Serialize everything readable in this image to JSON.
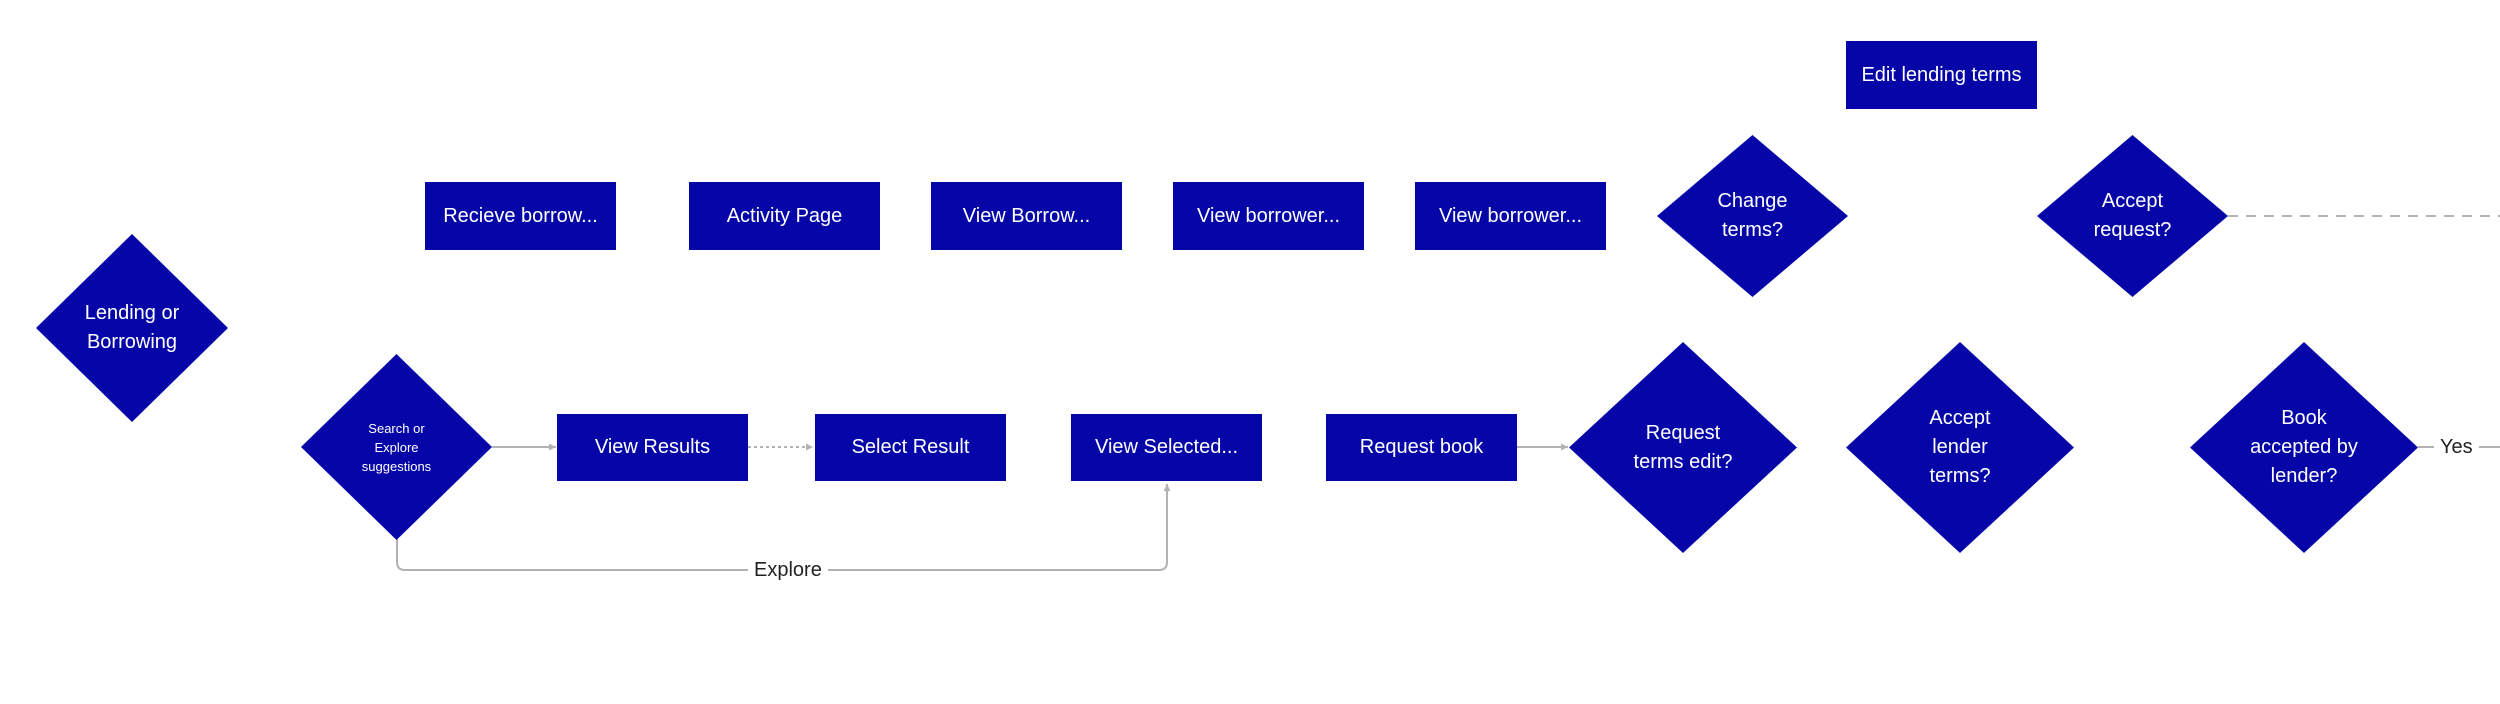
{
  "colors": {
    "node_fill": "#0606a8",
    "node_text": "#ffffff",
    "edge": "#b3b3b3",
    "edge_label": "#222222"
  },
  "nodes": {
    "lending_or_borrowing": "Lending or\nBorrowing",
    "recieve_borrow": "Recieve borrow...",
    "activity_page": "Activity Page",
    "view_borrow": "View Borrow...",
    "view_borrower_1": "View borrower...",
    "view_borrower_2": "View borrower...",
    "change_terms": "Change\nterms?",
    "edit_lending_terms": "Edit lending terms",
    "accept_request": "Accept\nrequest?",
    "search_or_explore": "Search or\nExplore\nsuggestions",
    "view_results": "View Results",
    "select_result": "Select Result",
    "view_selected": "View Selected...",
    "request_book": "Request book",
    "request_terms_edit": "Request\nterms edit?",
    "accept_lender_terms": "Accept\nlender\nterms?",
    "book_accepted_by_lender": "Book\naccepted by\nlender?"
  },
  "edge_labels": {
    "explore": "Explore",
    "yes": "Yes"
  }
}
